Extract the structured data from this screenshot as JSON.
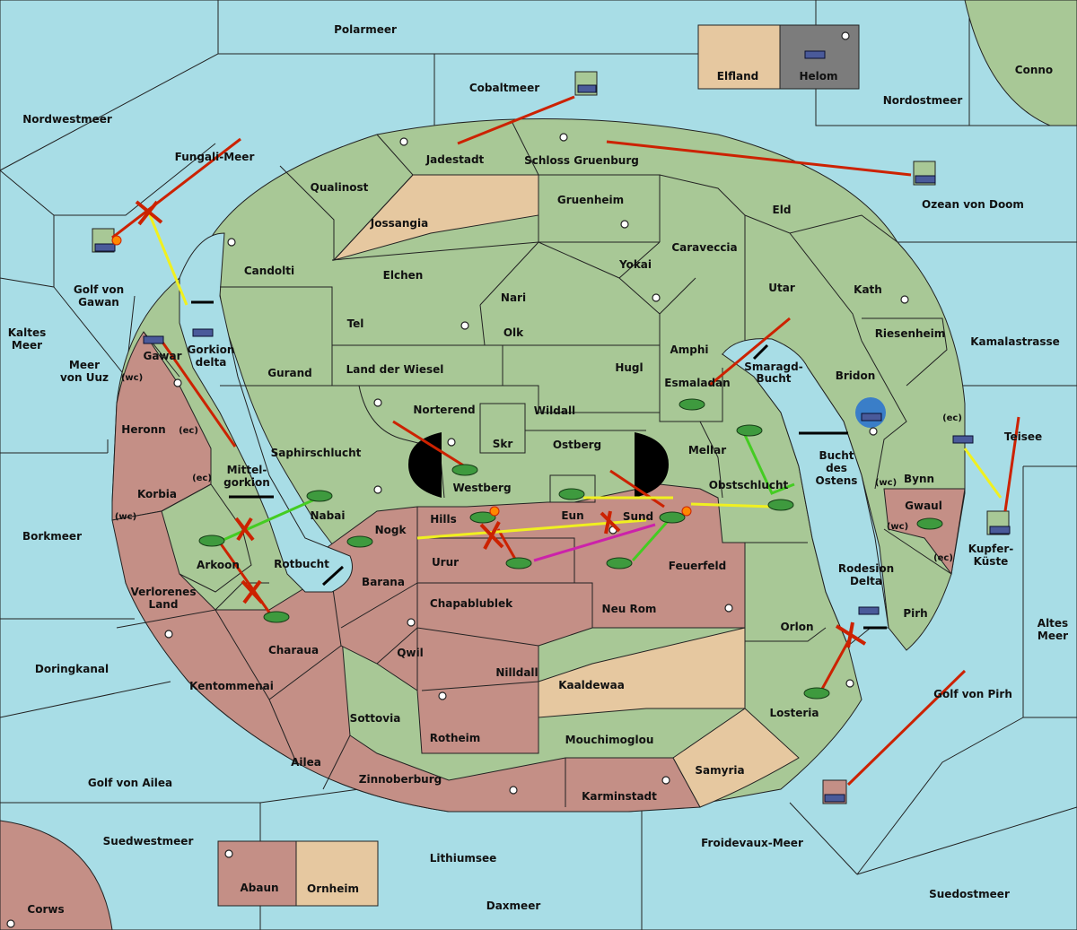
{
  "map": {
    "sea_labels": [
      {
        "id": "polarmeer",
        "text": "Polarmeer"
      },
      {
        "id": "nordwestmeer",
        "text": "Nordwestmeer"
      },
      {
        "id": "cobaltmeer",
        "text": "Cobaltmeer"
      },
      {
        "id": "nordostmeer",
        "text": "Nordostmeer"
      },
      {
        "id": "conno",
        "text": "Conno"
      },
      {
        "id": "fungali-meer",
        "text": "Fungali-Meer"
      },
      {
        "id": "ozean-von-doom",
        "text": "Ozean von Doom"
      },
      {
        "id": "golf-von-gawan-1",
        "text": "Golf von"
      },
      {
        "id": "golf-von-gawan-2",
        "text": "Gawan"
      },
      {
        "id": "kaltes-meer-1",
        "text": "Kaltes"
      },
      {
        "id": "kaltes-meer-2",
        "text": "Meer"
      },
      {
        "id": "meer-von-uuz-1",
        "text": "Meer"
      },
      {
        "id": "meer-von-uuz-2",
        "text": "von Uuz"
      },
      {
        "id": "gorkion-delta-1",
        "text": "Gorkion"
      },
      {
        "id": "gorkion-delta-2",
        "text": "delta"
      },
      {
        "id": "kamalastrasse",
        "text": "Kamalastrasse"
      },
      {
        "id": "smaragd-bucht-1",
        "text": "Smaragd-"
      },
      {
        "id": "smaragd-bucht-2",
        "text": "Bucht"
      },
      {
        "id": "teisee",
        "text": "Teisee"
      },
      {
        "id": "mittel-gorkion-1",
        "text": "Mittel-"
      },
      {
        "id": "mittel-gorkion-2",
        "text": "gorkion"
      },
      {
        "id": "bucht-des-ostens-1",
        "text": "Bucht"
      },
      {
        "id": "bucht-des-ostens-2",
        "text": "des"
      },
      {
        "id": "bucht-des-ostens-3",
        "text": "Ostens"
      },
      {
        "id": "borkmeer",
        "text": "Borkmeer"
      },
      {
        "id": "kupfer-kueste-1",
        "text": "Kupfer-"
      },
      {
        "id": "kupfer-kueste-2",
        "text": "Küste"
      },
      {
        "id": "rotbucht",
        "text": "Rotbucht"
      },
      {
        "id": "rodesion-delta-1",
        "text": "Rodesion"
      },
      {
        "id": "rodesion-delta-2",
        "text": "Delta"
      },
      {
        "id": "altes-meer-1",
        "text": "Altes"
      },
      {
        "id": "altes-meer-2",
        "text": "Meer"
      },
      {
        "id": "doringkanal",
        "text": "Doringkanal"
      },
      {
        "id": "golf-von-pirh",
        "text": "Golf von Pirh"
      },
      {
        "id": "golf-von-ailea",
        "text": "Golf von Ailea"
      },
      {
        "id": "suedwestmeer",
        "text": "Suedwestmeer"
      },
      {
        "id": "froidevaux-meer",
        "text": "Froidevaux-Meer"
      },
      {
        "id": "lithiumsee",
        "text": "Lithiumsee"
      },
      {
        "id": "daxmeer",
        "text": "Daxmeer"
      },
      {
        "id": "suedostmeer",
        "text": "Suedostmeer"
      },
      {
        "id": "corws",
        "text": "Corws"
      }
    ],
    "land_labels": [
      {
        "id": "jadestadt",
        "text": "Jadestadt"
      },
      {
        "id": "schloss-gruenburg",
        "text": "Schloss Gruenburg"
      },
      {
        "id": "qualinost",
        "text": "Qualinost"
      },
      {
        "id": "gruenheim",
        "text": "Gruenheim"
      },
      {
        "id": "eld",
        "text": "Eld"
      },
      {
        "id": "jossangia",
        "text": "Jossangia"
      },
      {
        "id": "caraveccia",
        "text": "Caraveccia"
      },
      {
        "id": "candolti",
        "text": "Candolti"
      },
      {
        "id": "elchen",
        "text": "Elchen"
      },
      {
        "id": "yokai",
        "text": "Yokai"
      },
      {
        "id": "utar",
        "text": "Utar"
      },
      {
        "id": "kath",
        "text": "Kath"
      },
      {
        "id": "nari",
        "text": "Nari"
      },
      {
        "id": "tel",
        "text": "Tel"
      },
      {
        "id": "olk",
        "text": "Olk"
      },
      {
        "id": "riesenheim",
        "text": "Riesenheim"
      },
      {
        "id": "amphi",
        "text": "Amphi"
      },
      {
        "id": "gawar",
        "text": "Gawar"
      },
      {
        "id": "gurand",
        "text": "Gurand"
      },
      {
        "id": "land-der-wiesel",
        "text": "Land der Wiesel"
      },
      {
        "id": "hugl",
        "text": "Hugl"
      },
      {
        "id": "bridon",
        "text": "Bridon"
      },
      {
        "id": "esmaladan",
        "text": "Esmaladan"
      },
      {
        "id": "wc1",
        "text": "(wc)"
      },
      {
        "id": "norterend",
        "text": "Norterend"
      },
      {
        "id": "wildall",
        "text": "Wildall"
      },
      {
        "id": "heronn",
        "text": "Heronn"
      },
      {
        "id": "ec1",
        "text": "(ec)"
      },
      {
        "id": "ec2",
        "text": "(ec)"
      },
      {
        "id": "skr",
        "text": "Skr"
      },
      {
        "id": "ostberg",
        "text": "Ostberg"
      },
      {
        "id": "mellar",
        "text": "Mellar"
      },
      {
        "id": "saphirschlucht",
        "text": "Saphirschlucht"
      },
      {
        "id": "teisee-x",
        "text": ""
      },
      {
        "id": "ec3",
        "text": "(ec)"
      },
      {
        "id": "westberg",
        "text": "Westberg"
      },
      {
        "id": "obstschlucht",
        "text": "Obstschlucht"
      },
      {
        "id": "bynn",
        "text": "Bynn"
      },
      {
        "id": "wc2",
        "text": "(wc)"
      },
      {
        "id": "korbia",
        "text": "Korbia"
      },
      {
        "id": "wc3",
        "text": "(wc)"
      },
      {
        "id": "nabai",
        "text": "Nabai"
      },
      {
        "id": "hills",
        "text": "Hills"
      },
      {
        "id": "eun",
        "text": "Eun"
      },
      {
        "id": "sund",
        "text": "Sund"
      },
      {
        "id": "gwaul",
        "text": "Gwaul"
      },
      {
        "id": "wc4",
        "text": "(wc)"
      },
      {
        "id": "nogk",
        "text": "Nogk"
      },
      {
        "id": "arkoon",
        "text": "Arkoon"
      },
      {
        "id": "urur",
        "text": "Urur"
      },
      {
        "id": "feuerfeld",
        "text": "Feuerfeld"
      },
      {
        "id": "ec4",
        "text": "(ec)"
      },
      {
        "id": "barana",
        "text": "Barana"
      },
      {
        "id": "verlorenes-land-1",
        "text": "Verlorenes"
      },
      {
        "id": "verlorenes-land-2",
        "text": "Land"
      },
      {
        "id": "chapablublek",
        "text": "Chapablublek"
      },
      {
        "id": "neu-rom",
        "text": "Neu Rom"
      },
      {
        "id": "pirh",
        "text": "Pirh"
      },
      {
        "id": "orlon",
        "text": "Orlon"
      },
      {
        "id": "charaua",
        "text": "Charaua"
      },
      {
        "id": "qwil",
        "text": "Qwil"
      },
      {
        "id": "nilldall",
        "text": "Nilldall"
      },
      {
        "id": "kaaldewaa",
        "text": "Kaaldewaa"
      },
      {
        "id": "kentommenai",
        "text": "Kentommenai"
      },
      {
        "id": "sottovia",
        "text": "Sottovia"
      },
      {
        "id": "losteria",
        "text": "Losteria"
      },
      {
        "id": "rotheim",
        "text": "Rotheim"
      },
      {
        "id": "mouchimoglou",
        "text": "Mouchimoglou"
      },
      {
        "id": "ailea",
        "text": "Ailea"
      },
      {
        "id": "samyria",
        "text": "Samyria"
      },
      {
        "id": "zinnoberburg",
        "text": "Zinnoberburg"
      },
      {
        "id": "karminstadt",
        "text": "Karminstadt"
      },
      {
        "id": "abaun",
        "text": "Abaun"
      },
      {
        "id": "ornheim",
        "text": "Ornheim"
      }
    ],
    "legend": {
      "elfland": "Elfland",
      "helom": "Helom"
    },
    "colors": {
      "sea": "#a8dde6",
      "green_power": "#a8c896",
      "red_power": "#c48f86",
      "neutral": "#e6c8a0",
      "helom": "#7c7c7c",
      "move_red": "#cc2200",
      "move_yellow": "#f0f020",
      "move_green": "#44cc22",
      "move_magenta": "#cc22aa"
    },
    "icons": [
      "ship-icon",
      "tank-icon",
      "supply-center-icon",
      "explosion-icon",
      "cross-icon",
      "double-arrow-icon"
    ]
  }
}
